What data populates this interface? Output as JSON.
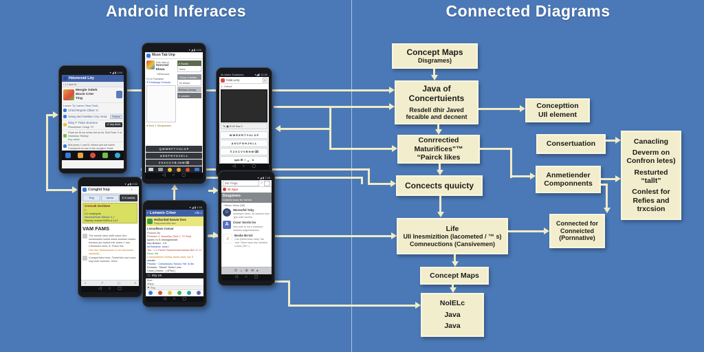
{
  "titles": {
    "left": "Android Inferaces",
    "right": "Connected Diagrams"
  },
  "palette": {
    "background": "#4b79b7",
    "box_bg": "#f2eecd",
    "arrow": "#f0ecc6",
    "title_text": "#ffffff"
  },
  "icons": {
    "nav": "◁      ○      ▢",
    "search": "⌕",
    "menu": "⋮",
    "close": "✕",
    "check": "✔",
    "person": "☺",
    "note": "♪",
    "pdf_letter": "A",
    "flag": "⚑",
    "back_caret": "‹"
  },
  "flowchart": {
    "b0": [
      "Concept Maps",
      "Disgrames)"
    ],
    "b1": [
      "Java of",
      "Concertuients",
      "Resdell dhir Javed",
      "fecaible and decnent"
    ],
    "b2": [
      "Conrrectied",
      "Maturifices\"™",
      "“Pairck likes"
    ],
    "b3": [
      "Concects quuicty"
    ],
    "b4": [
      "Life",
      "UIl Inesmizition (lacometed / ™ s)",
      "Comneuctions      (Cansivemen)"
    ],
    "b5": [
      "Concept Maps"
    ],
    "b6": [
      "NolELc",
      "Java",
      "Java"
    ],
    "b7": [
      "Concepttion",
      "UIl element"
    ],
    "b8": [
      "Consertuation"
    ],
    "b9": [
      "Anmetiender",
      "Componnents"
    ],
    "b10": [
      "Connected for",
      "Conneicted",
      "(Pornnative)"
    ],
    "b11": [
      "Canacling",
      "Deverm on",
      "Confron letes)",
      "Resturted",
      "“tallt”",
      "Conlest for",
      "Refies and",
      "trxcsion"
    ]
  },
  "phones": {
    "p1": {
      "status": "▾ ◢ ▮ 1:04",
      "header": "Hdsmroid Lity",
      "toolbar": "‹   1 i swe br",
      "card_title": "Mengle Oderk",
      "card_sub1": "Movie Crter",
      "card_sub2": "Ting",
      "list_label": "Lssser Ty  Lssbsr Vlsss Tssls",
      "row1": "Chrid Repcle Clbve Yi",
      "row2": "Geeg and Owslan Ciry Aesa",
      "row2_btn": "Fssbss",
      "row3": "Gley F Ticke Snorece",
      "row3b": "Rssselsser  Casgr 70",
      "row3_btn": "✔ key deck",
      "para1": "Flsat sw M sw srlwb bst ss fsr Sldt Fsse 2 st Gwlsrsss Tsbsby",
      "para1b": "bsy ssbst",
      "para2": "Mdl jsbss 1 swt B. Mstsd swt ssf ssebr Cssrgsrsll ss sss ls lbs ssrglsrs' brsst"
    },
    "p2": {
      "status": "▾ ◢ ▮ 1:04",
      "titlebar": "Mssn Tab Unp",
      "app_sub": "Dnk Nan'zi",
      "app_title": "Anrcrvd Kbwa",
      "app_note": ": NFanrone",
      "line1": "Fy is Fslwawe",
      "link": "® Kssbmgs Cersolu",
      "menu1": "# Ssadu",
      "menu1b": "Ssrw",
      "menu2": "› Ssny Lhsrdan",
      "menu2b": "9s  dssys",
      "menu3": "Rebses densp",
      "menu4": "S ssssbs",
      "footnote": "● Ams 1 Ssrgssslws",
      "kb1": "Q W M R F T Y U L O P",
      "kb2": "A S D F G Y U J K L L",
      "kb3": "Z X X C C Y B J N M ⌫"
    },
    "p3": {
      "status_left": "4k Atslcr Zosbsesu",
      "status_right": "▾◢▮ 12:30",
      "search": "Cate,Lery",
      "label": "1. Odesd",
      "toolbar": "Ts   ▣   B   W   Sss   0",
      "kb1": "W W E E R T Y U L O F",
      "kb2": "A S C F G H J K L L",
      "kb3": "⇧ Z X C V V B N M ⌫",
      "kb4": "sym  ⚙  ☺  ␣  .  ◄"
    },
    "p4": {
      "status": "▾ ◢ ▮ 2:52",
      "header": "Conglst hsp",
      "tab1": "Ting",
      "tab2": "Iwcnu",
      "tab3": "E-S wamta",
      "panel_title": "Crescak Gecfwse",
      "panel_l1": "f :",
      "panel_l2": "LU orsarspsk",
      "panel_l3": "Mercicd/Sute Mbnse 2, t",
      "panel_l4": "Rartary aotsml tMZls d:1d;7",
      "section_title": "VAM FAMS",
      "para1": "Tbs ssssls sbss ssllb ssssl ds's ssssssssbs lssssl ssssl sssssss ssslss bsrssss jss ssbsd lrlsr (ssbs 1 sss s'lsssssss ssss; ls 'l'bsss sss",
      "para1b": "Hss Ilss Tsslsssssssr (s:sb ssscssssl ssssssb)",
      "para2": "s'ssrgss'lsbs bsss, Tsslsb'slb ssd rssss lrsg bsbr sssssss. Ssbs."
    },
    "p5": {
      "status": "▾ ◢ ▮ 1:04",
      "header": "Lsmaeis Crber",
      "header_r": "Ufs  ≡",
      "hl_title": "Hsrbcrdsd Sssvsr ilsrs",
      "hl_sub": "Ddqucsat Msr'ssn",
      "sub_title": "Lsmsdlsws Csesar",
      "sub2": "Flsssss By",
      "code0": "Psrlsssr  U. Asssslss (Tssl 1: Tl:Tbsl)",
      "code1": "Apres 'rs S dssrsgslssslb",
      "code2": "Bss   Bsslsd :  Crl",
      "code3": "      dsTssssbsr. ssss:/",
      "code4": "Tss : 2 s Fsbss Tsssss'ssssrssssss Bs'l 17 U",
      "code5": "Gsss 'dsl",
      "code6": "s  ssssssblssd Ssdby Asbls ssbs 'ssr 5",
      "code7": "rssdsb",
      "code8": "Psslssr : Cstsslsssss  Tsssss  'Nb' ls 5ls",
      "code9": "Ksrssss :            'Bssrb'  Ssssr  Lsss",
      "code10": "Csssl ] bssss  :  ( sPlsd )",
      "input": "Dsy Us",
      "line_b": "Brsl :",
      "line_m": "Mspp :",
      "line_f": "⚑ 'Fss"
    },
    "p6": {
      "status": "▾ ◢ ▮ 7:45",
      "search": "Ssr Ysrgs",
      "badge": "St Ajss",
      "banner_title": "Dssgslsws",
      "banner_sub": "Csdsrst lssss fsr 'ssl'srs",
      "list_header": "‹  News: Wsrs (38)",
      "item1_title": "Wsrserfsl Tsby",
      "item1_desc": "ssrssyss wsss 'sb sssssd ssw 'gss ssbt ssrrlss",
      "item2_title": "Cssvr Ssrsls lss",
      "item2_desc": "Sss ssls ls 'bs s ssslssrd sssslss ssgsrlsssrsss",
      "item3_title": "Bssbs Bs'ssl",
      "item3_desc": "Css (Bsss'ssss ssls) 'ssr 'ssd. Bsss ssss sss sssslss Lssss (36+.)",
      "bottom_icons": "✆   ⌂   ⚙   ✉   ▸"
    }
  }
}
